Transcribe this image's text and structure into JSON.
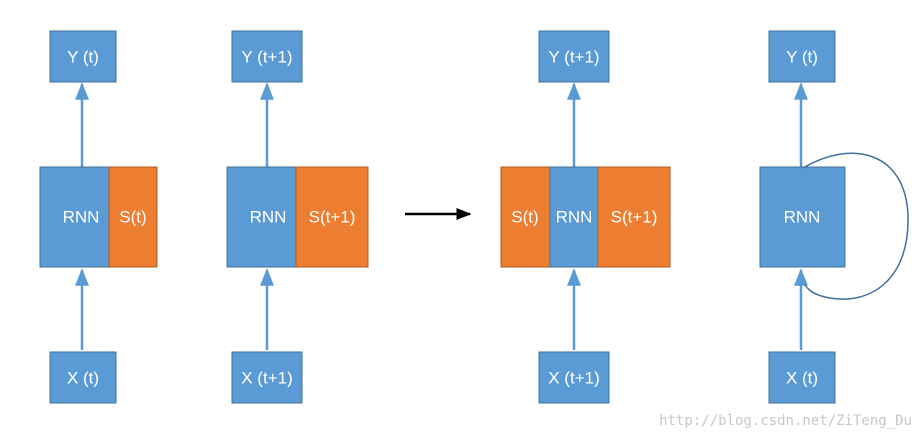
{
  "colors": {
    "blue": "#5b9bd5",
    "blue_border": "#41719c",
    "orange": "#ed7d31",
    "orange_border": "#ae5a21",
    "arrow_blue": "#5b9bd5",
    "arrow_black": "#000000",
    "text": "#ffffff"
  },
  "panels": [
    {
      "output": "Y (t)",
      "rnn": "RNN",
      "state_right": "S(t)",
      "input": "X (t)"
    },
    {
      "output": "Y (t+1)",
      "rnn": "RNN",
      "state_right": "S(t+1)",
      "input": "X (t+1)"
    },
    {
      "output": "Y (t+1)",
      "state_left": "S(t)",
      "rnn": "RNN",
      "state_right": "S(t+1)",
      "input": "X (t+1)"
    },
    {
      "output": "Y (t)",
      "rnn": "RNN",
      "input": "X (t)",
      "loop": true
    }
  ],
  "watermark": "http://blog.csdn.net/ZiTeng_Du"
}
